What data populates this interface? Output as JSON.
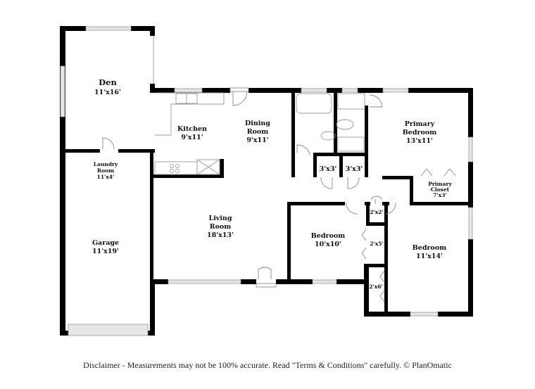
{
  "floorplan": {
    "rooms": [
      {
        "id": "den",
        "name": "Den",
        "size": "11'x16'"
      },
      {
        "id": "kitchen",
        "name": "Kitchen",
        "size": "9'x11'"
      },
      {
        "id": "dining",
        "name_line1": "Dining",
        "name_line2": "Room",
        "size": "9'x11'"
      },
      {
        "id": "laundry",
        "name_line1": "Laundry",
        "name_line2": "Room",
        "size": "11'x4'"
      },
      {
        "id": "garage",
        "name": "Garage",
        "size": "11'x19'"
      },
      {
        "id": "living",
        "name_line1": "Living",
        "name_line2": "Room",
        "size": "18'x13'"
      },
      {
        "id": "primary_bedroom",
        "name_line1": "Primary",
        "name_line2": "Bedroom",
        "size": "13'x11'"
      },
      {
        "id": "primary_closet",
        "name_line1": "Primary",
        "name_line2": "Closet",
        "size": "7'x3'"
      },
      {
        "id": "bedroom_2",
        "name": "Bedroom",
        "size": "10'x10'"
      },
      {
        "id": "bedroom_3",
        "name": "Bedroom",
        "size": "11'x14'"
      },
      {
        "id": "closet_a",
        "size": "3'x3'"
      },
      {
        "id": "closet_b",
        "size": "3'x3'"
      },
      {
        "id": "closet_c",
        "size": "2'x2'"
      },
      {
        "id": "closet_d",
        "size": "2'x5'"
      },
      {
        "id": "closet_e",
        "size": "2'x6'"
      }
    ]
  },
  "footer": {
    "disclaimer": "Disclaimer - Measurements may not be 100% accurate. Read \"Terms & Conditions\" carefully. © PlanOmatic"
  }
}
